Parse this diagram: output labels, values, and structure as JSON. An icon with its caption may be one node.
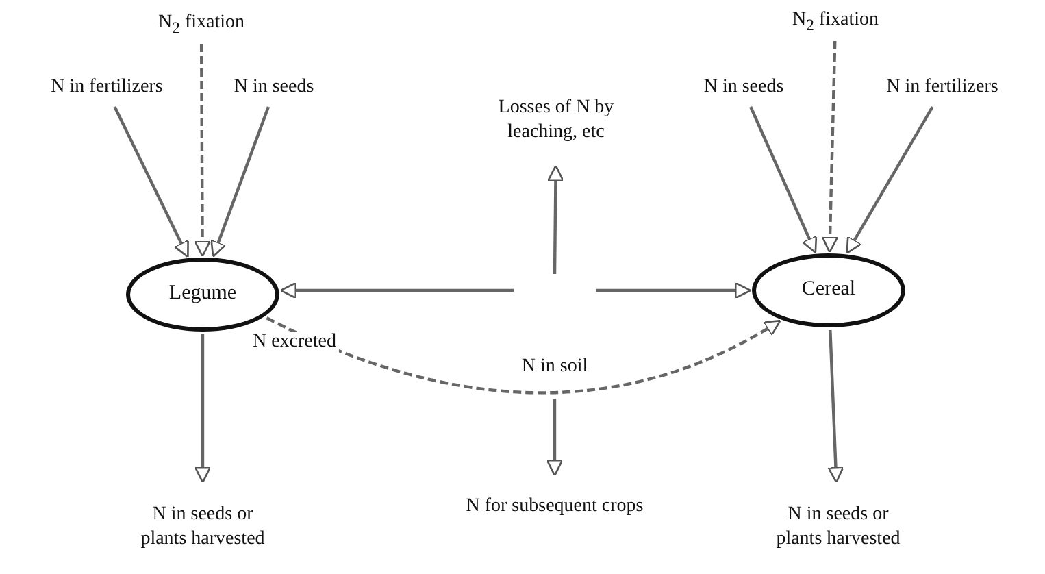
{
  "diagram": {
    "nodes": [
      {
        "text": [
          "N$_{2}$ fixation"
        ]
      },
      {
        "text": [
          "N in fertilizers"
        ]
      },
      {
        "text": [
          "N in seeds"
        ]
      },
      {
        "text": [
          "Legume"
        ]
      },
      {
        "text": [
          "Losses of N by leaching, etc"
        ]
      },
      {
        "text": [
          "N in soil"
        ]
      },
      {
        "text": [
          "N$_{2}$ fixation"
        ]
      },
      {
        "text": [
          "N in seeds"
        ]
      },
      {
        "text": [
          "N in fertilizers"
        ]
      },
      {
        "text": [
          "Cereal"
        ]
      },
      {
        "text": [
          "N in seeds or plants harvested"
        ]
      },
      {
        "text": [
          "N for subsequent crops"
        ]
      },
      {
        "text": [
          "N in seeds or plants harvested"
        ]
      }
    ],
    "edges": [
      {
        "from": 0,
        "to": 3,
        "arrow": "to",
        "style": "dashed"
      },
      {
        "from": 1,
        "to": 3,
        "arrow": "to"
      },
      {
        "from": 2,
        "to": 3,
        "arrow": "to"
      },
      {
        "from": 5,
        "to": 4,
        "arrow": "to"
      },
      {
        "from": 5,
        "to": 3,
        "arrow": "to"
      },
      {
        "from": 5,
        "to": 9,
        "arrow": "to"
      },
      {
        "from": 6,
        "to": 9,
        "arrow": "to",
        "style": "dashed"
      },
      {
        "from": 7,
        "to": 9,
        "arrow": "to"
      },
      {
        "from": 8,
        "to": 9,
        "arrow": "to"
      },
      {
        "from": 3,
        "to": 10,
        "arrow": "to"
      },
      {
        "from": 3,
        "to": 9,
        "label": "N excreted",
        "arrow": "to",
        "style": "dashed"
      },
      {
        "from": 5,
        "to": 11,
        "arrow": "to"
      },
      {
        "from": 9,
        "to": 12,
        "arrow": "to"
      }
    ]
  }
}
